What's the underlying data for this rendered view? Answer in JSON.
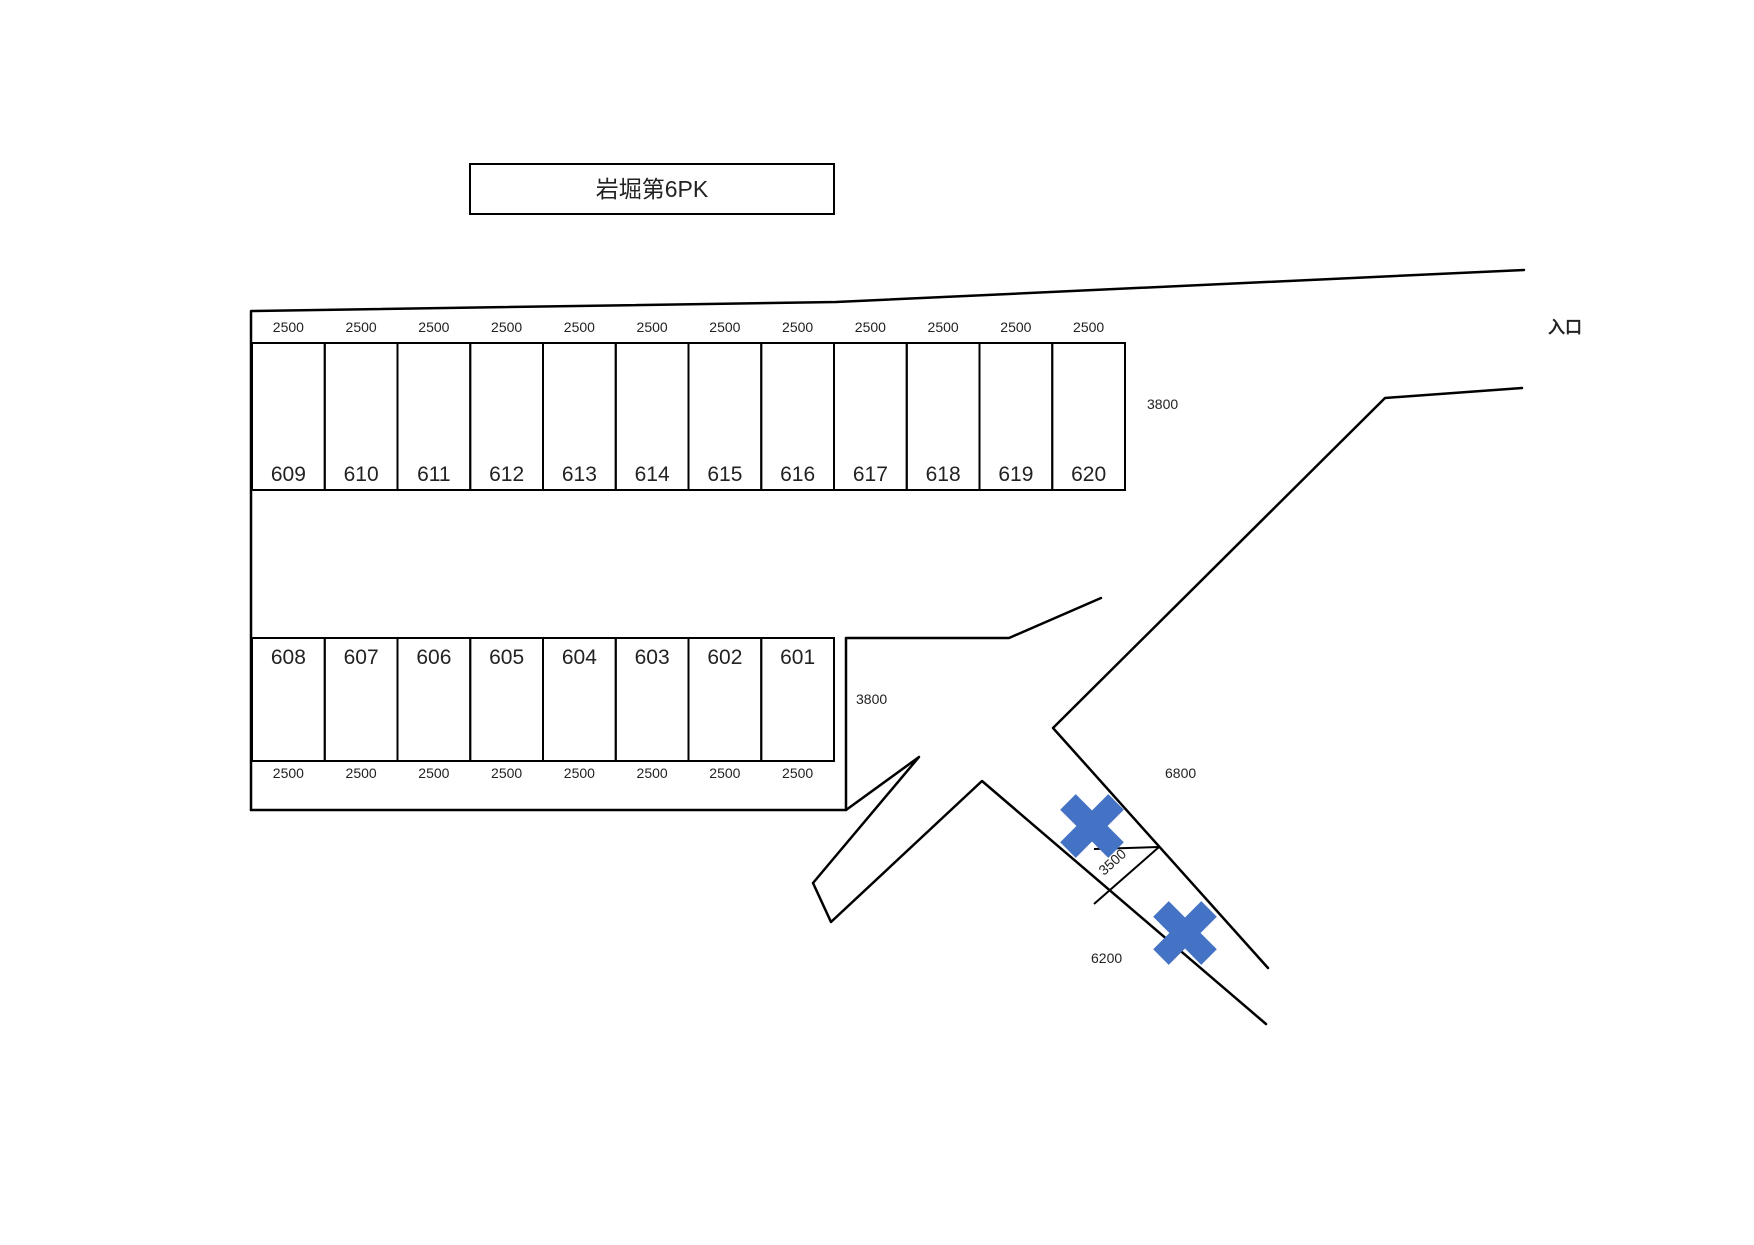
{
  "title": "岩堀第6PK",
  "entrance_label": "入口",
  "top_row": {
    "stall_numbers": [
      "609",
      "610",
      "611",
      "612",
      "613",
      "614",
      "615",
      "616",
      "617",
      "618",
      "619",
      "620"
    ],
    "widths": [
      "2500",
      "2500",
      "2500",
      "2500",
      "2500",
      "2500",
      "2500",
      "2500",
      "2500",
      "2500",
      "2500",
      "2500"
    ],
    "depth": "3800"
  },
  "bottom_row": {
    "stall_numbers": [
      "608",
      "607",
      "606",
      "605",
      "604",
      "603",
      "602",
      "601"
    ],
    "widths": [
      "2500",
      "2500",
      "2500",
      "2500",
      "2500",
      "2500",
      "2500",
      "2500"
    ],
    "depth": "3800"
  },
  "angled_spaces": {
    "length_upper": "6800",
    "width": "3500",
    "length_lower": "6200",
    "marker_color": "#4472C4",
    "marker_icon": "cross-icon"
  }
}
